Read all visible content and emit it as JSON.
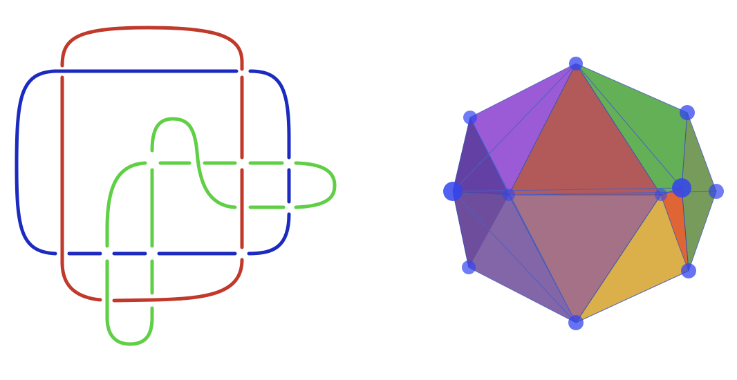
{
  "figure": {
    "left_panel": "link-diagram",
    "right_panel": "polyhedron"
  },
  "link": {
    "components": [
      {
        "name": "red-component",
        "color": "#c0392b"
      },
      {
        "name": "blue-component",
        "color": "#1c2bbf"
      },
      {
        "name": "green-component",
        "color": "#5fcf45"
      }
    ]
  },
  "polyhedron": {
    "vertex_color": "#3344ee",
    "face_colors": {
      "purple": "#8a3fd1",
      "green": "#4aa33a",
      "red": "#a84444",
      "orange": "#e05a30",
      "yellow": "#d8a838",
      "olive": "#5f8a3e",
      "violet": "#6e4c9a",
      "mauve": "#8e4e6a",
      "indigo": "#5a3c9a"
    }
  }
}
